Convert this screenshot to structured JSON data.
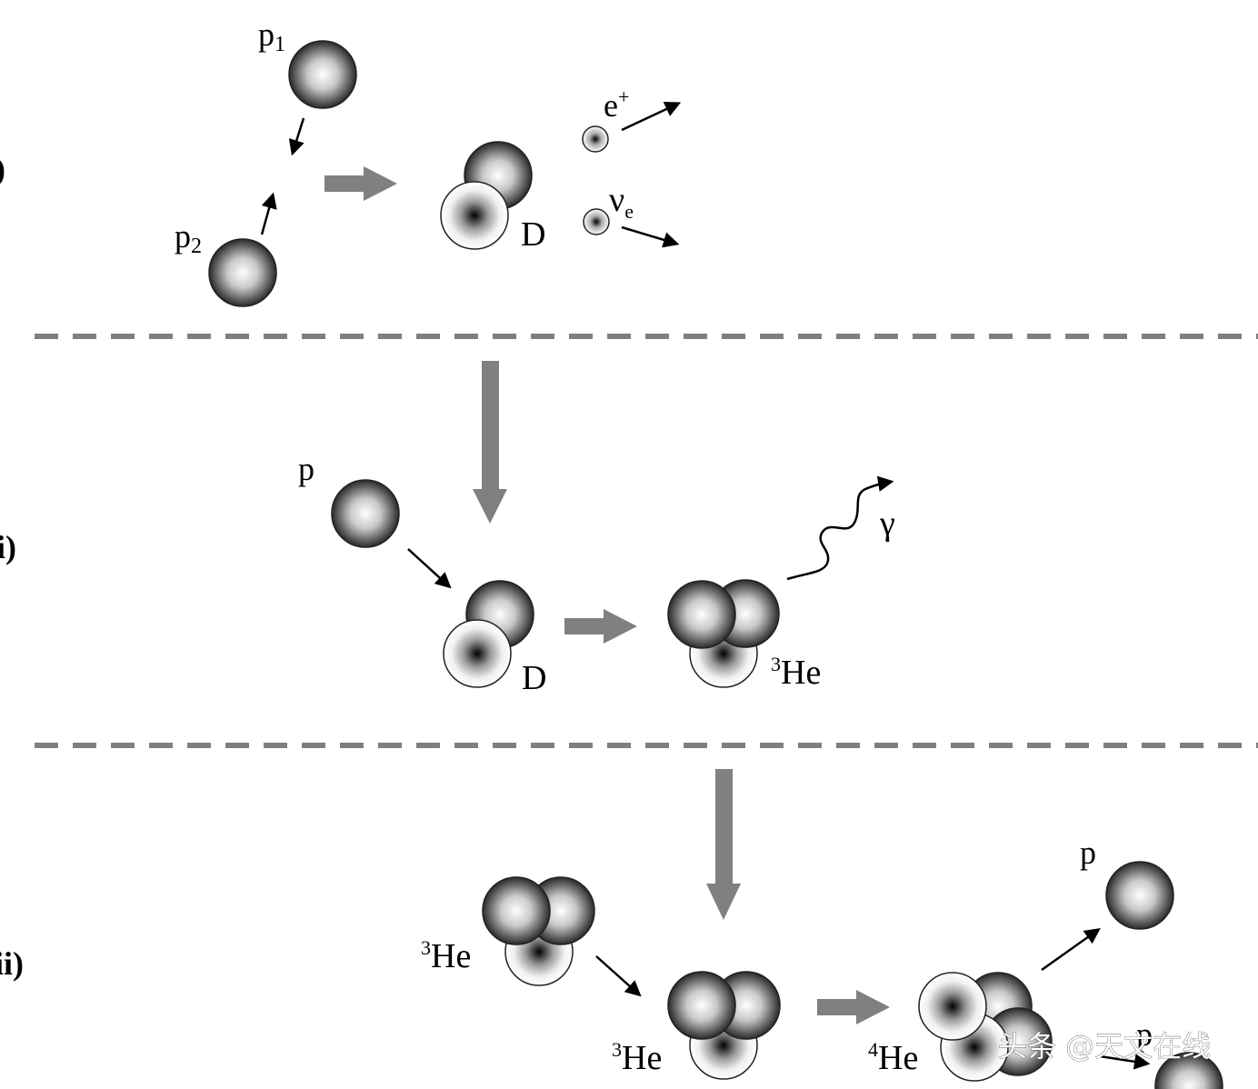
{
  "stages": [
    {
      "label": ")"
    },
    {
      "label": "i)"
    },
    {
      "label": "ii)"
    }
  ],
  "step1": {
    "proton1_label": "p",
    "proton1_sub": "1",
    "proton2_label": "p",
    "proton2_sub": "2",
    "product_label": "D",
    "positron_label": "e",
    "positron_sup": "+",
    "neutrino_label": "ν",
    "neutrino_sub": "e"
  },
  "step2": {
    "proton_label": "p",
    "reactant_label": "D",
    "product_sup": "3",
    "product_label": "He",
    "gamma_label": "γ"
  },
  "step3": {
    "reactant1_sup": "3",
    "reactant1_label": "He",
    "reactant2_sup": "3",
    "reactant2_label": "He",
    "product_sup": "4",
    "product_label": "He",
    "proton_out1_label": "p",
    "proton_out2_label": "p"
  },
  "watermark": "头条 @天文在线",
  "colors": {
    "proton_dark": "#2a2a2a",
    "neutron_light": "#ffffff",
    "arrow_gray": "#808080",
    "divider": "#7f7f7f"
  }
}
